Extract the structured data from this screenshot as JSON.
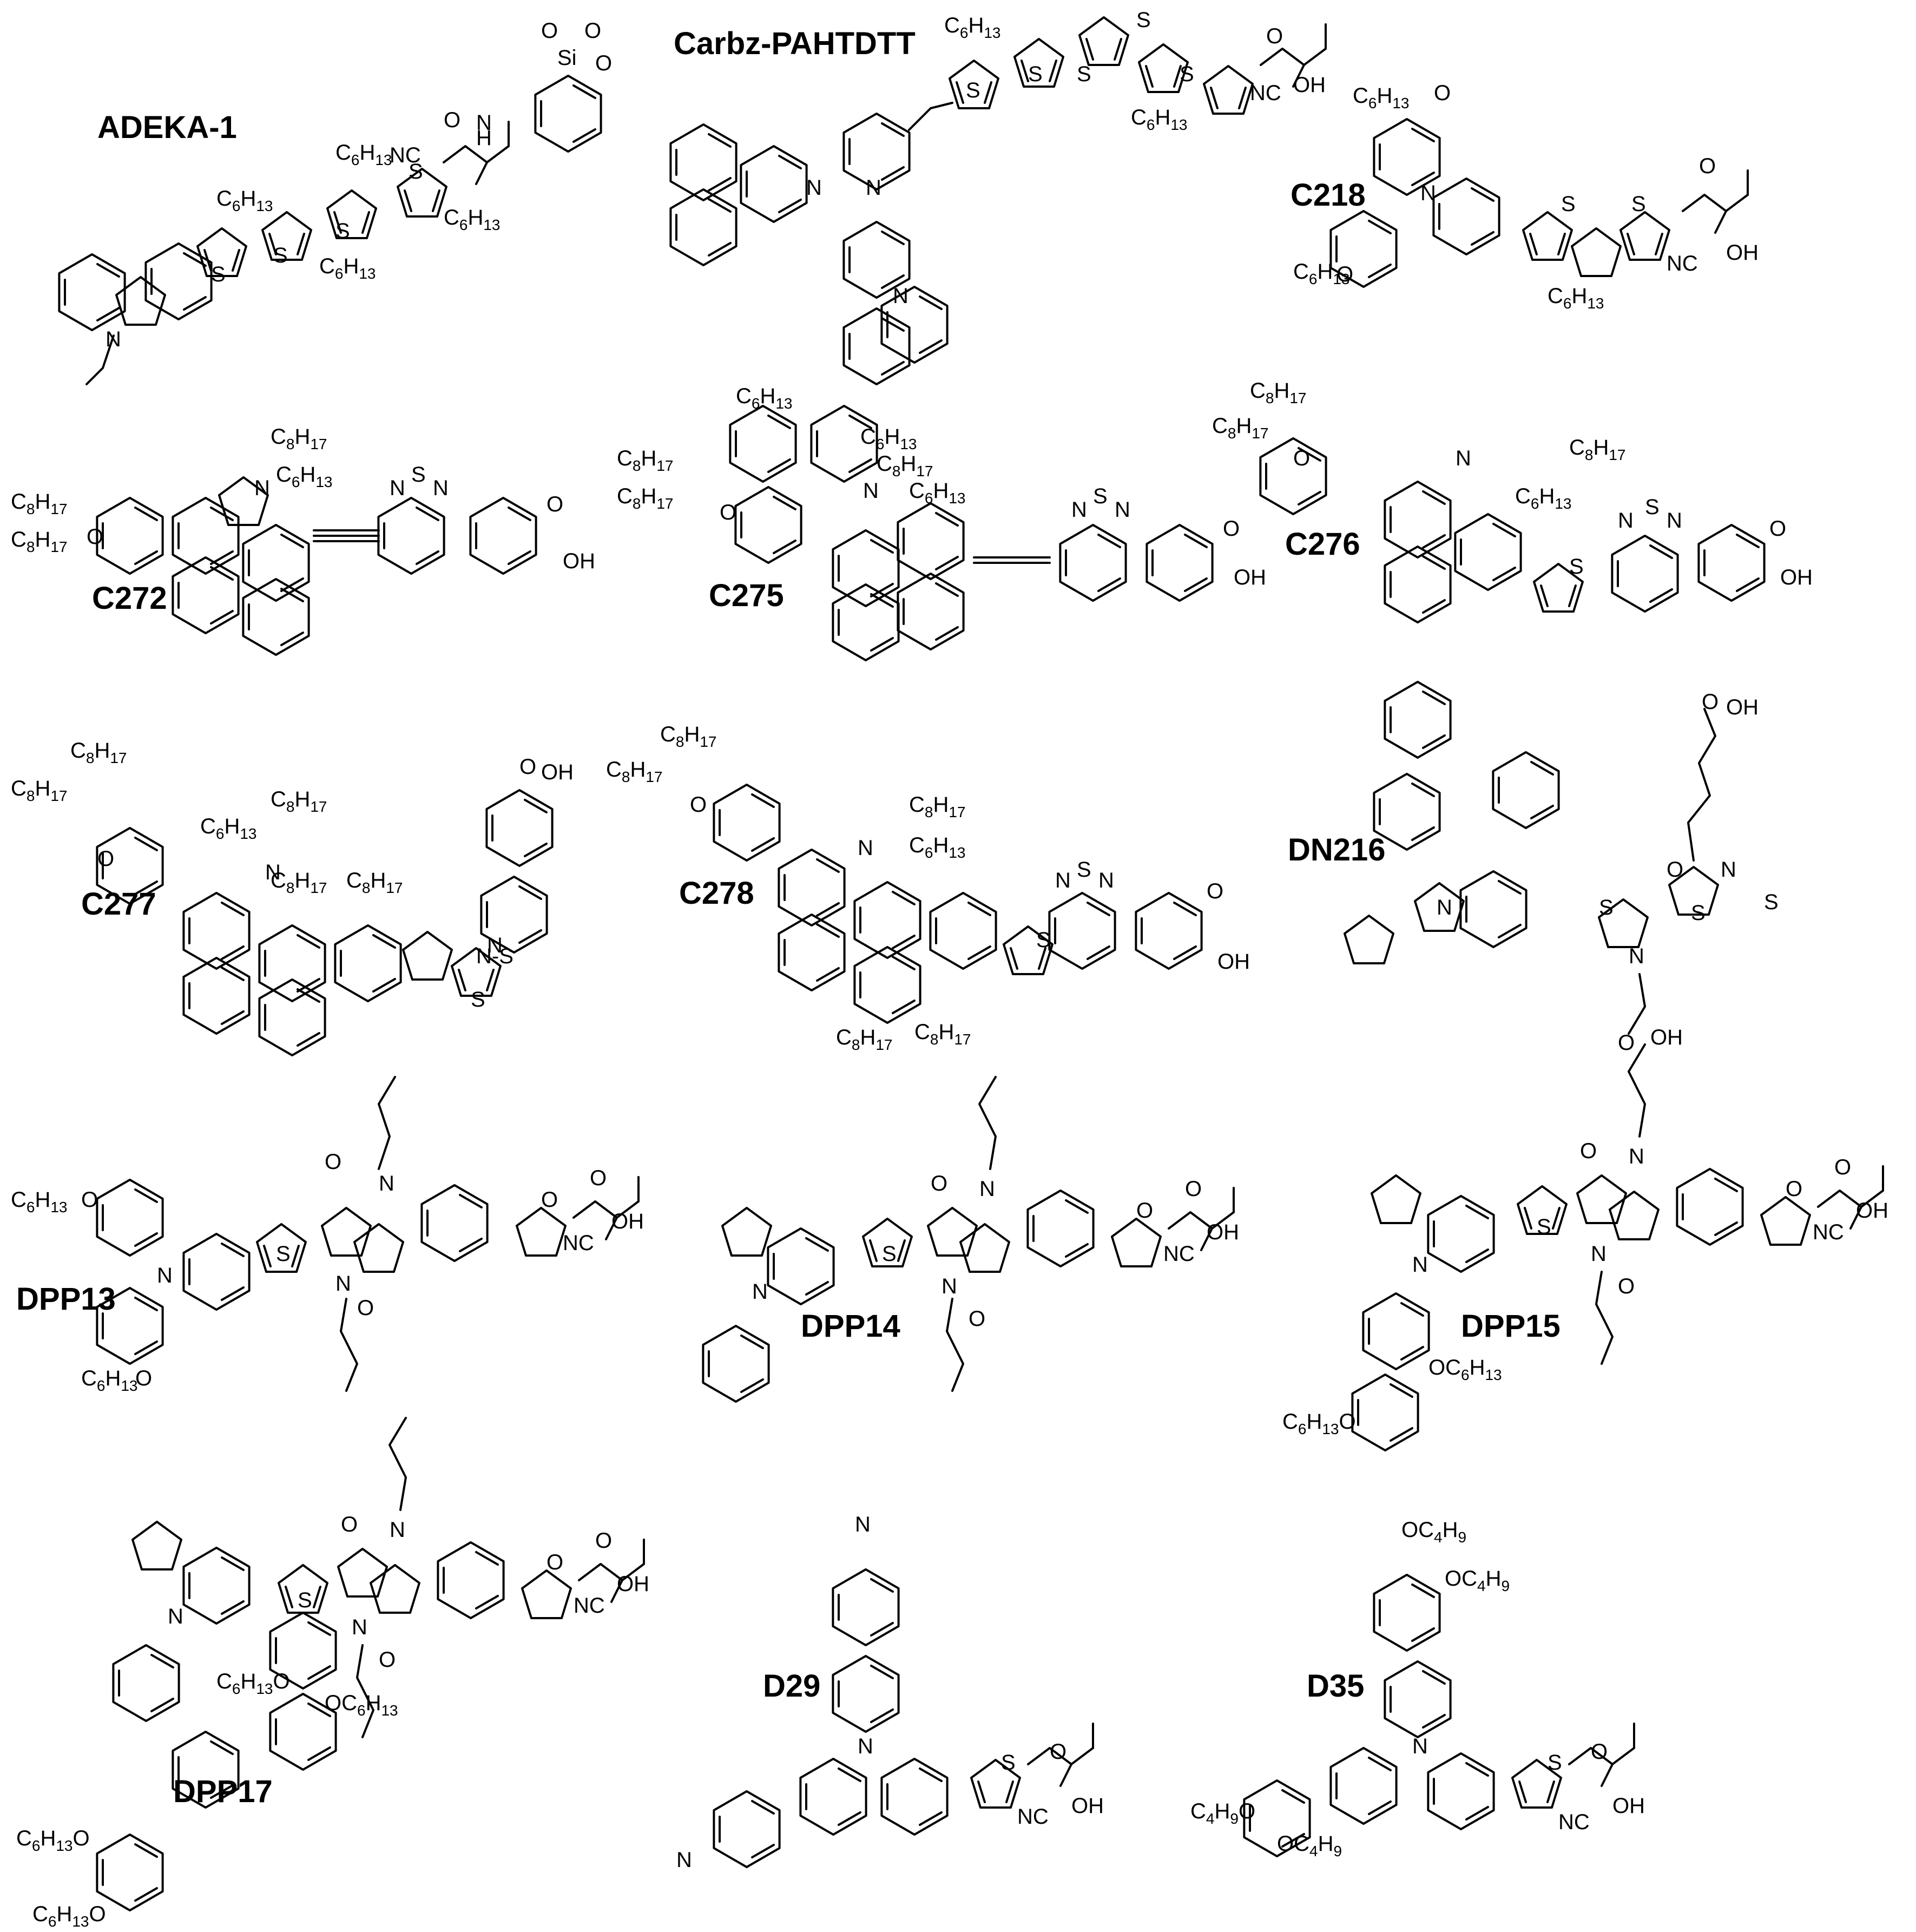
{
  "compounds": [
    {
      "id": "ADEKA-1",
      "name": "ADEKA-1"
    },
    {
      "id": "Carbz-PAHTDTT",
      "name": "Carbz-PAHTDTT"
    },
    {
      "id": "C218",
      "name": "C218"
    },
    {
      "id": "C272",
      "name": "C272"
    },
    {
      "id": "C275",
      "name": "C275"
    },
    {
      "id": "C276",
      "name": "C276"
    },
    {
      "id": "C277",
      "name": "C277"
    },
    {
      "id": "C278",
      "name": "C278"
    },
    {
      "id": "DN216",
      "name": "DN216"
    },
    {
      "id": "DPP13",
      "name": "DPP13"
    },
    {
      "id": "DPP14",
      "name": "DPP14"
    },
    {
      "id": "DPP15",
      "name": "DPP15"
    },
    {
      "id": "DPP17",
      "name": "DPP17"
    },
    {
      "id": "D29",
      "name": "D29"
    },
    {
      "id": "D35",
      "name": "D35"
    }
  ],
  "atom_labels": {
    "S": "S",
    "N": "N",
    "O": "O",
    "Si": "Si",
    "H": "H",
    "NC": "NC",
    "OH": "OH",
    "C": "C",
    "hexyl_sub": "6",
    "hexyl_H": "H",
    "hexyl_n": "13",
    "octyl_sub": "8",
    "octyl_n": "17",
    "butyl_sub": "4",
    "butyl_n": "9"
  }
}
